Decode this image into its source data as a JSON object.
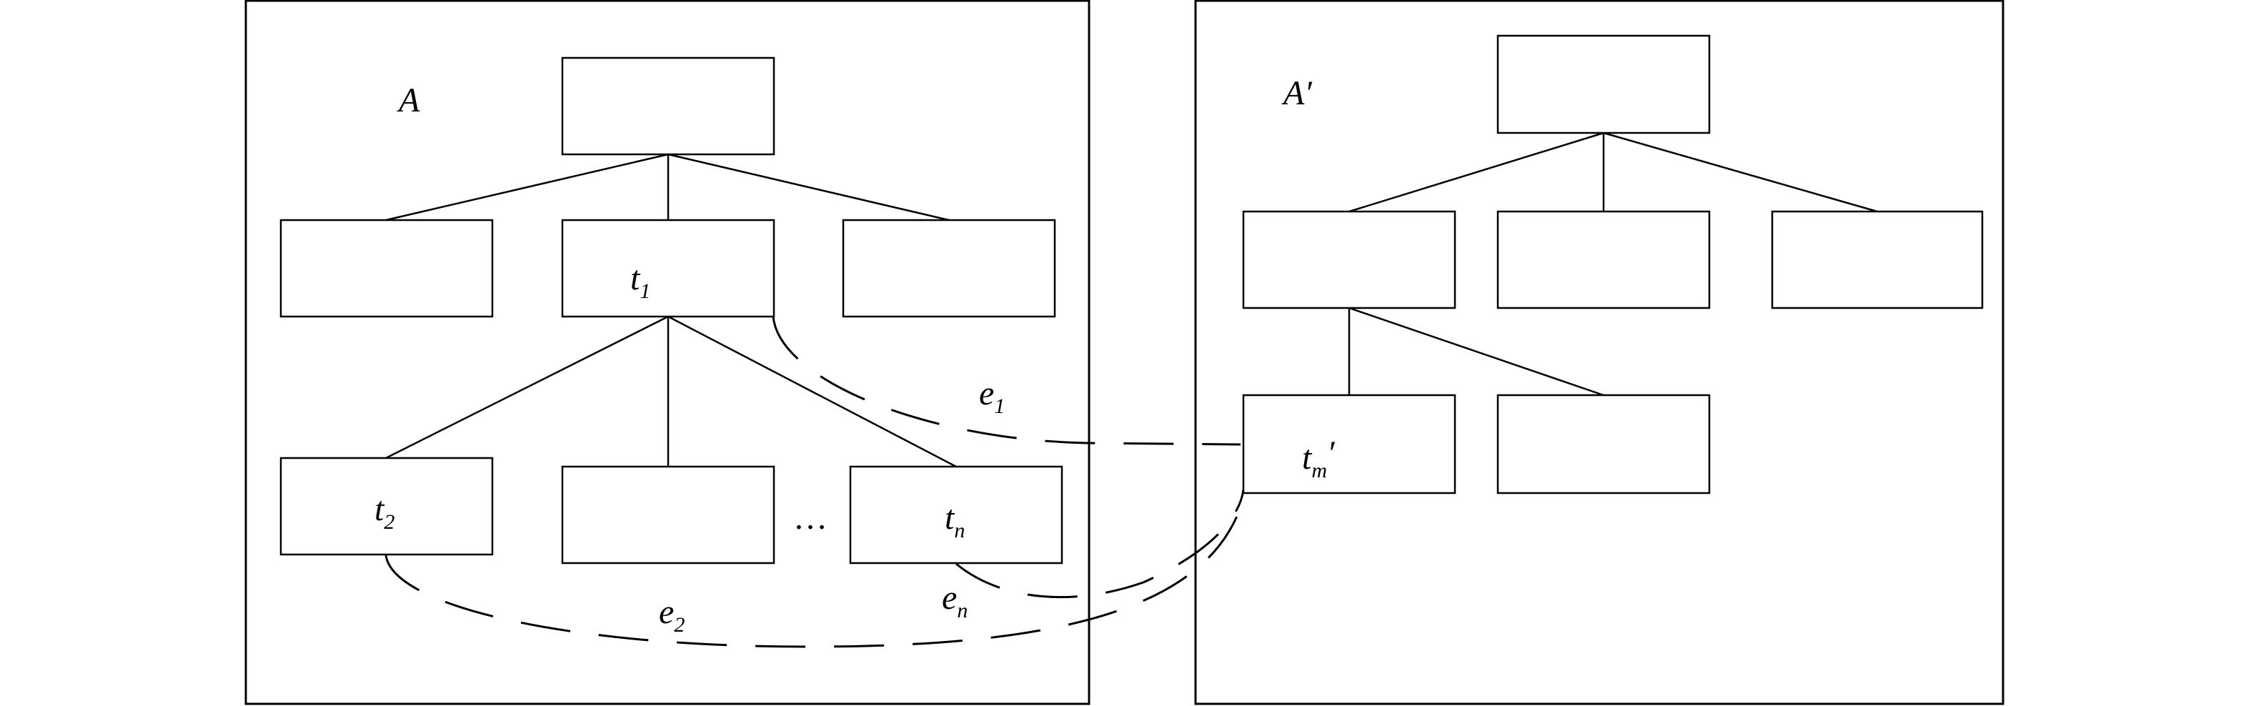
{
  "left_graph": {
    "label": "A",
    "nodes": {
      "root": "",
      "left": "",
      "t1": {
        "main": "t",
        "sub": "1"
      },
      "right": "",
      "t2": {
        "main": "t",
        "sub": "2"
      },
      "middle": "",
      "tn": {
        "main": "t",
        "sub": "n"
      }
    },
    "ellipsis": "…"
  },
  "right_graph": {
    "label": "A′",
    "nodes": {
      "root": "",
      "left": "",
      "middle": "",
      "right": "",
      "tm": {
        "main": "t",
        "sub": "m",
        "prime": "′"
      },
      "sibling": ""
    }
  },
  "edges": {
    "e1": {
      "main": "e",
      "sub": "1"
    },
    "e2": {
      "main": "e",
      "sub": "2"
    },
    "en": {
      "main": "e",
      "sub": "n"
    }
  }
}
